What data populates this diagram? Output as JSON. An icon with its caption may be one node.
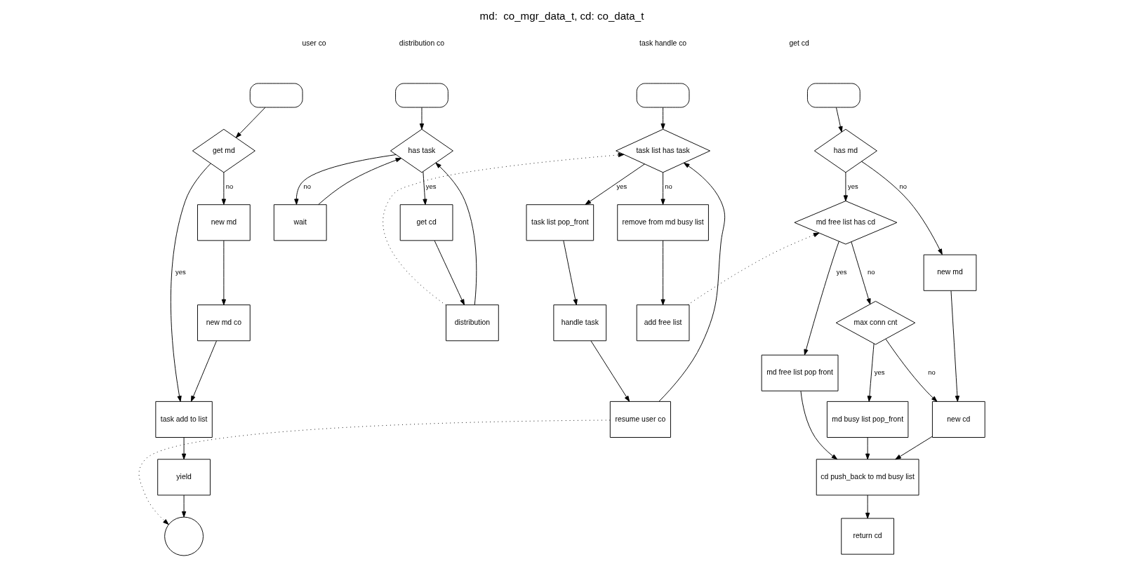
{
  "diagram": {
    "title": "md:  co_mgr_data_t, cd: co_data_t",
    "nodes": [
      {
        "text": [],
        "shape": "terminal"
      },
      {
        "text": [
          "get md"
        ]
      },
      {
        "text": [
          "new md"
        ]
      },
      {
        "text": [
          "new md co"
        ]
      },
      {
        "text": [
          "task add to list"
        ]
      },
      {
        "text": [
          "yield"
        ]
      },
      {
        "text": [],
        "shape": "circle"
      },
      {
        "text": [],
        "shape": "terminal"
      },
      {
        "text": [
          "has task"
        ]
      },
      {
        "text": [
          "wait"
        ]
      },
      {
        "text": [
          "get cd"
        ]
      },
      {
        "text": [
          "distribution"
        ]
      },
      {
        "text": [],
        "shape": "terminal"
      },
      {
        "text": [
          "task list has task"
        ]
      },
      {
        "text": [
          "task list pop_front"
        ]
      },
      {
        "text": [
          "handle task"
        ]
      },
      {
        "text": [
          "resume user co"
        ]
      },
      {
        "text": [
          "remove from md busy list"
        ]
      },
      {
        "text": [
          "add free list"
        ]
      },
      {
        "text": [],
        "shape": "terminal"
      },
      {
        "text": [
          "has md"
        ]
      },
      {
        "text": [
          "new md"
        ]
      },
      {
        "text": [
          "md free list has cd"
        ]
      },
      {
        "text": [
          "md free list pop front"
        ]
      },
      {
        "text": [
          "max conn cnt"
        ]
      },
      {
        "text": [
          "md busy list pop_front"
        ]
      },
      {
        "text": [
          "new cd"
        ]
      },
      {
        "text": [
          "cd push_back to md busy list"
        ]
      },
      {
        "text": [
          "return cd"
        ]
      }
    ],
    "edges": [
      {
        "from": 0,
        "to": 1,
        "arrow": "to"
      },
      {
        "from": 1,
        "to": 2,
        "arrow": "to",
        "label": "no"
      },
      {
        "from": 2,
        "to": 3,
        "arrow": "to"
      },
      {
        "from": 3,
        "to": 4,
        "arrow": "to"
      },
      {
        "from": 1,
        "to": 4,
        "arrow": "to",
        "label": "yes"
      },
      {
        "from": 4,
        "to": 5,
        "arrow": "to"
      },
      {
        "from": 5,
        "to": 6,
        "arrow": "to"
      },
      {
        "from": 7,
        "to": 8,
        "arrow": "to"
      },
      {
        "from": 8,
        "to": 9,
        "arrow": "to",
        "label": "no"
      },
      {
        "from": 9,
        "to": 8,
        "arrow": "to"
      },
      {
        "from": 8,
        "to": 10,
        "arrow": "to",
        "label": "yes"
      },
      {
        "from": 10,
        "to": 11,
        "arrow": "to"
      },
      {
        "from": 11,
        "to": 8,
        "arrow": "to"
      },
      {
        "from": 11,
        "to": 13,
        "arrow": "to",
        "style": "dashed"
      },
      {
        "from": 16,
        "to": 6,
        "arrow": "to",
        "style": "dashed"
      },
      {
        "from": 12,
        "to": 13,
        "arrow": "to"
      },
      {
        "from": 13,
        "to": 14,
        "arrow": "to",
        "label": "yes"
      },
      {
        "from": 14,
        "to": 15,
        "arrow": "to"
      },
      {
        "from": 15,
        "to": 16,
        "arrow": "to"
      },
      {
        "from": 16,
        "to": 13,
        "arrow": "to"
      },
      {
        "from": 13,
        "to": 17,
        "arrow": "to",
        "label": "no"
      },
      {
        "from": 17,
        "to": 18,
        "arrow": "to"
      },
      {
        "from": 18,
        "to": 22,
        "arrow": "to",
        "style": "dashed"
      },
      {
        "from": 19,
        "to": 20,
        "arrow": "to"
      },
      {
        "from": 20,
        "to": 21,
        "arrow": "to",
        "label": "no"
      },
      {
        "from": 20,
        "to": 22,
        "arrow": "to",
        "label": "yes"
      },
      {
        "from": 21,
        "to": 26,
        "arrow": "to"
      },
      {
        "from": 22,
        "to": 23,
        "arrow": "to",
        "label": "yes"
      },
      {
        "from": 22,
        "to": 24,
        "arrow": "to",
        "label": "no"
      },
      {
        "from": 23,
        "to": 27,
        "arrow": "to"
      },
      {
        "from": 24,
        "to": 25,
        "arrow": "to",
        "label": "yes"
      },
      {
        "from": 24,
        "to": 26,
        "arrow": "to",
        "label": "no"
      },
      {
        "from": 25,
        "to": 27,
        "arrow": "to"
      },
      {
        "from": 26,
        "to": 27,
        "arrow": "to"
      },
      {
        "from": 27,
        "to": 28,
        "arrow": "to"
      }
    ],
    "labels": [
      "user co",
      "distribution co",
      "task handle co",
      "get cd"
    ]
  }
}
